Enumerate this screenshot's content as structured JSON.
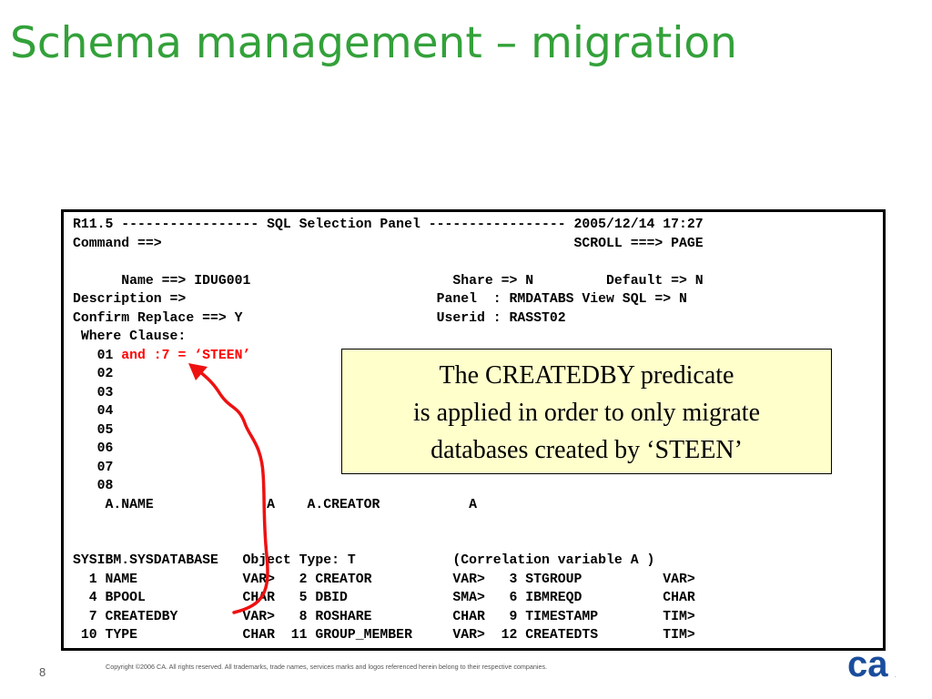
{
  "slide": {
    "title": "Schema management – migration",
    "page_number": "8",
    "copyright": "Copyright ©2006 CA. All rights reserved. All trademarks, trade names, services marks and logos referenced herein belong to their respective companies.",
    "logo_text": "ca"
  },
  "terminal": {
    "lines": [
      {
        "text": "R11.5 ----------------- SQL Selection Panel ----------------- 2005/12/14 17:27"
      },
      {
        "text": "Command ==>                                                   SCROLL ===> PAGE"
      },
      {
        "text": ""
      },
      {
        "text": "      Name ==> IDUG001                         Share => N         Default => N"
      },
      {
        "text": "Description =>                               Panel  : RMDATABS View SQL => N"
      },
      {
        "text": "Confirm Replace ==> Y                        Userid : RASST02"
      },
      {
        "text": " Where Clause:"
      },
      {
        "text": "   01 ",
        "highlight": "and :7 = ‘STEEN’"
      },
      {
        "text": "   02"
      },
      {
        "text": "   03"
      },
      {
        "text": "   04"
      },
      {
        "text": "   05"
      },
      {
        "text": "   06"
      },
      {
        "text": "   07"
      },
      {
        "text": "   08"
      },
      {
        "text": "    A.NAME              A    A.CREATOR           A"
      },
      {
        "text": ""
      },
      {
        "text": ""
      },
      {
        "text": "SYSIBM.SYSDATABASE   Object Type: T            (Correlation variable A )"
      },
      {
        "text": "  1 NAME             VAR>   2 CREATOR          VAR>   3 STGROUP          VAR>"
      },
      {
        "text": "  4 BPOOL            CHAR   5 DBID             SMA>   6 IBMREQD          CHAR"
      },
      {
        "text": "  7 CREATEDBY        VAR>   8 ROSHARE          CHAR   9 TIMESTAMP        TIM>"
      },
      {
        "text": " 10 TYPE             CHAR  11 GROUP_MEMBER     VAR>  12 CREATEDTS        TIM>"
      }
    ]
  },
  "callout": {
    "lines": [
      "The CREATEDBY predicate",
      "is applied in order to only migrate",
      "databases created by ‘STEEN’"
    ]
  },
  "colors": {
    "title_green": "#33a13a",
    "highlight_red": "#ff0000",
    "callout_bg": "#ffffcc",
    "logo_blue": "#1a4d9c"
  },
  "icons": {
    "arrow": "red-arrow-icon",
    "logo": "ca-logo-icon"
  }
}
